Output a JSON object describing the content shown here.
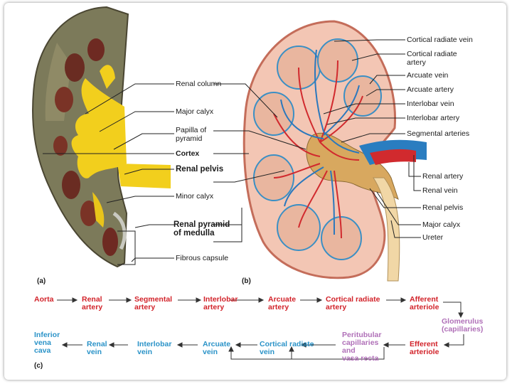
{
  "labels_a": {
    "renal_column": "Renal column",
    "major_calyx": "Major calyx",
    "papilla": "Papilla of\npyramid",
    "cortex": "Cortex",
    "renal_pelvis": "Renal pelvis",
    "minor_calyx": "Minor calyx",
    "renal_pyramid": "Renal pyramid\nof medulla",
    "fibrous_capsule": "Fibrous capsule",
    "part": "(a)"
  },
  "labels_b": {
    "cortical_radiate_vein": "Cortical radiate vein",
    "cortical_radiate_artery": "Cortical radiate\nartery",
    "arcuate_vein": "Arcuate vein",
    "arcuate_artery": "Arcuate artery",
    "interlobar_vein": "Interlobar vein",
    "interlobar_artery": "Interlobar artery",
    "segmental_arteries": "Segmental arteries",
    "renal_artery": "Renal artery",
    "renal_vein": "Renal vein",
    "renal_pelvis": "Renal pelvis",
    "major_calyx": "Major calyx",
    "ureter": "Ureter",
    "part": "(b)"
  },
  "flow_top": [
    "Aorta",
    "Renal\nartery",
    "Segmental\nartery",
    "Interlobar\nartery",
    "Arcuate\nartery",
    "Cortical radiate\nartery",
    "Afferent\narteriole"
  ],
  "flow_mid": "Glomerulus\n(capillaries)",
  "flow_bottom": [
    "Inferior\nvena\ncava",
    "Renal\nvein",
    "Interlobar\nvein",
    "Arcuate\nvein",
    "Cortical radiate\nvein",
    "Peritubular\ncapillaries\nand\nvasa recta",
    "Efferent\narteriole"
  ],
  "flow_part": "(c)",
  "colors": {
    "artery": "#d2232a",
    "vein": "#2b93c8",
    "capillary": "#b070b8"
  }
}
